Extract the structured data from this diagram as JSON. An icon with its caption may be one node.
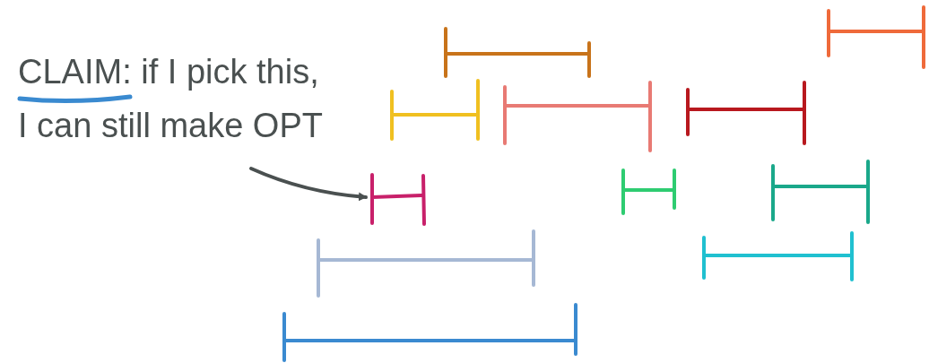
{
  "diagram": {
    "nodes": [
      {
        "text": [
          "CLAIM: if I pick this, I can still make OPT"
        ]
      },
      {
        "text": [],
        "shape": "bar"
      }
    ],
    "edges": [
      {
        "from": 0,
        "to": 1,
        "arrow": "to"
      }
    ]
  }
}
